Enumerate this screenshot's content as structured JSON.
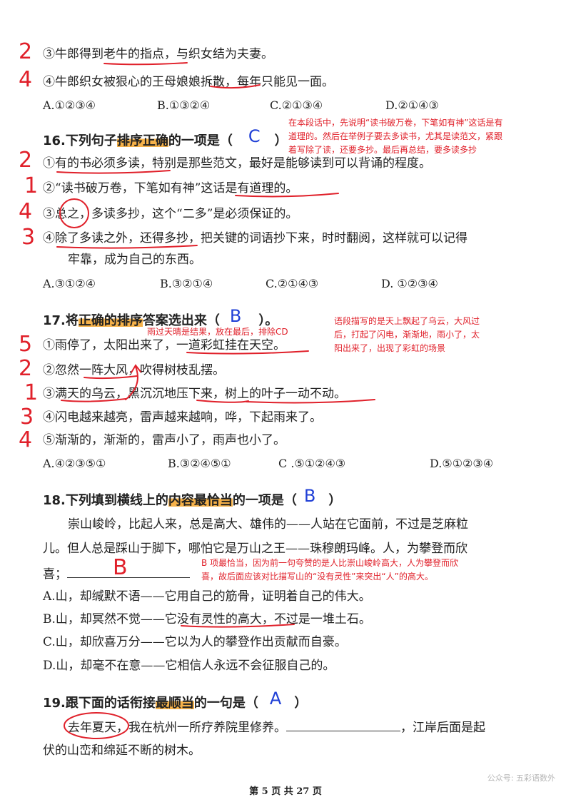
{
  "top": {
    "item3": "③牛郎得到老牛的指点，与织女结为夫妻。",
    "item4": "④牛郎织女被狠心的王母娘娘拆散，每年只能见一面。",
    "opt_a": "A.①②③④",
    "opt_b": "B.①③②④",
    "opt_c": "C.②①③④",
    "opt_d": "D.②①④③",
    "mark3": "2",
    "mark4": "4"
  },
  "q16": {
    "stem_pre": "16.下列句子",
    "stem_hl": "排序正确",
    "stem_post": "的一项是（",
    "stem_end": "）",
    "answer": "C",
    "note": [
      "在本段话中，先说明“读书破万卷，下笔如有神”这话是有",
      "道理的。然后在举例子要去多读书，尤其是读范文，紧跟",
      "着写除了读，还要多抄。最后再总结，要多读多抄"
    ],
    "s1": "①有的书必须多读，特别是那些范文，最好是能够读到可以背诵的程度。",
    "s2": "②“读书破万卷，下笔如有神”这话是有道理的。",
    "s3": "③总之，多读多抄，这个“二多”是必须保证的。",
    "s4a": "④除了多读之外，还得多抄，把关键的词语抄下来，时时翻阅，这样就可以记得",
    "s4b": "牢靠，成为自己的东西。",
    "marks": [
      "2",
      "1",
      "4",
      "3"
    ],
    "opt_a": "A.③①②④",
    "opt_b": "B.③②①④",
    "opt_c": "C.②①④③",
    "opt_d": "D.  ①②③④"
  },
  "q17": {
    "stem_pre": "17.将",
    "stem_hl": "正确的排序",
    "stem_post": "答案选出来（",
    "stem_end": "）。",
    "answer": "B",
    "small_note": "雨过天晴是结果，放在最后，排除CD",
    "note": [
      "语段描写的是天上飘起了乌云，大风过",
      "后，打起了闪电，渐渐地，雨小了，太",
      "阳出来了，出现了彩虹的场景"
    ],
    "s1": "①雨停了，太阳出来了，一道彩虹挂在天空。",
    "s2": "②忽然一阵大风，吹得树枝乱摆。",
    "s3": "③满天的乌云，黑沉沉地压下来，树上的叶子一动不动。",
    "s4": "④闪电越来越亮，雷声越来越响，哗，下起雨来了。",
    "s5": "⑤渐渐的，渐渐的，雷声小了，雨声也小了。",
    "marks": [
      "5",
      "2",
      "1",
      "3",
      "4"
    ],
    "opt_a": "A.④②③⑤①",
    "opt_b": "B.③②④⑤①",
    "opt_c": "C .⑤①②④③",
    "opt_d": "D.⑤①②③④"
  },
  "q18": {
    "stem_pre": "18.下列填到横线上的",
    "stem_hl": "内容最恰当",
    "stem_post": "的一项是（",
    "stem_end": "）",
    "answer": "B",
    "p1": "崇山峻岭，比起人来，总是高大、雄伟的——人站在它面前，不过是芝麻粒",
    "p2": "儿。但人总是踩山于脚下，哪怕它是万山之王——珠穆朗玛峰。人，为攀登而欣",
    "p3": "喜；",
    "blank_answer": "B",
    "note": [
      "B 项最恰当，因为前一句夸赞的是人比崇山峻岭高大，人为攀登而欣",
      "喜，故后面应该对比描写山的“没有灵性”来突出“人”的高大。"
    ],
    "opt_a": "A.山，却缄默不语——它用自己的筋骨，证明着自己的伟大。",
    "opt_b": "B.山，却冥然不觉——它没有灵性的高大，不过是一堆土石。",
    "opt_c": "C.山，却欣喜万分——它以为人的攀登作出贡献而自豪。",
    "opt_d": "D.山，却毫不在意——它相信人永远不会征服自己的。"
  },
  "q19": {
    "stem_pre": "19.跟下面的话衔接",
    "stem_hl": "最顺当",
    "stem_post": "的一句是（",
    "stem_end": "）",
    "answer": "A",
    "p1a": "去年夏天",
    "p1b": "，我在杭州一所疗养院里修养。",
    "p1c": "，江岸后面是起",
    "p2": "伏的山峦和绵延不断的树木。"
  },
  "footer": "第 5 页 共 27 页",
  "watermark": "公众号: 五彩语数外",
  "colors": {
    "ink_red": "#e0202a",
    "ink_blue": "#1f3fd6",
    "highlight": "#f6b24a"
  }
}
